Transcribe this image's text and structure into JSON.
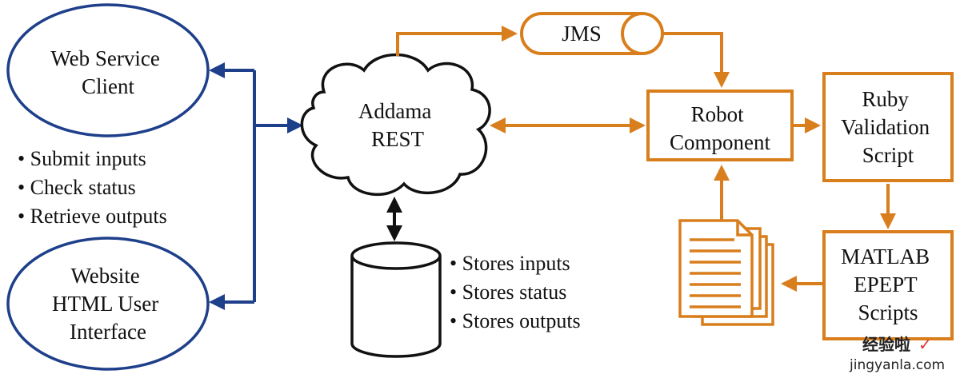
{
  "colors": {
    "client_blue": "#1e3f8a",
    "flow_orange": "#d97e1c",
    "ink": "#111111"
  },
  "nodes": {
    "web_service_client": [
      "Web Service",
      "Client"
    ],
    "website_ui": [
      "Website",
      "HTML User",
      "Interface"
    ],
    "cloud": [
      "Addama",
      "REST"
    ],
    "jms": "JMS",
    "robot": [
      "Robot",
      "Component"
    ],
    "ruby": [
      "Ruby",
      "Validation",
      "Script"
    ],
    "matlab": [
      "MATLAB",
      "EPEPT",
      "Scripts"
    ]
  },
  "client_actions": [
    "• Submit inputs",
    "• Check status",
    "• Retrieve outputs"
  ],
  "storage_actions": [
    "• Stores inputs",
    "• Stores status",
    "• Stores outputs"
  ],
  "watermark": {
    "top": "经验啦",
    "check": "✓",
    "bottom": "jingyanla.com"
  }
}
